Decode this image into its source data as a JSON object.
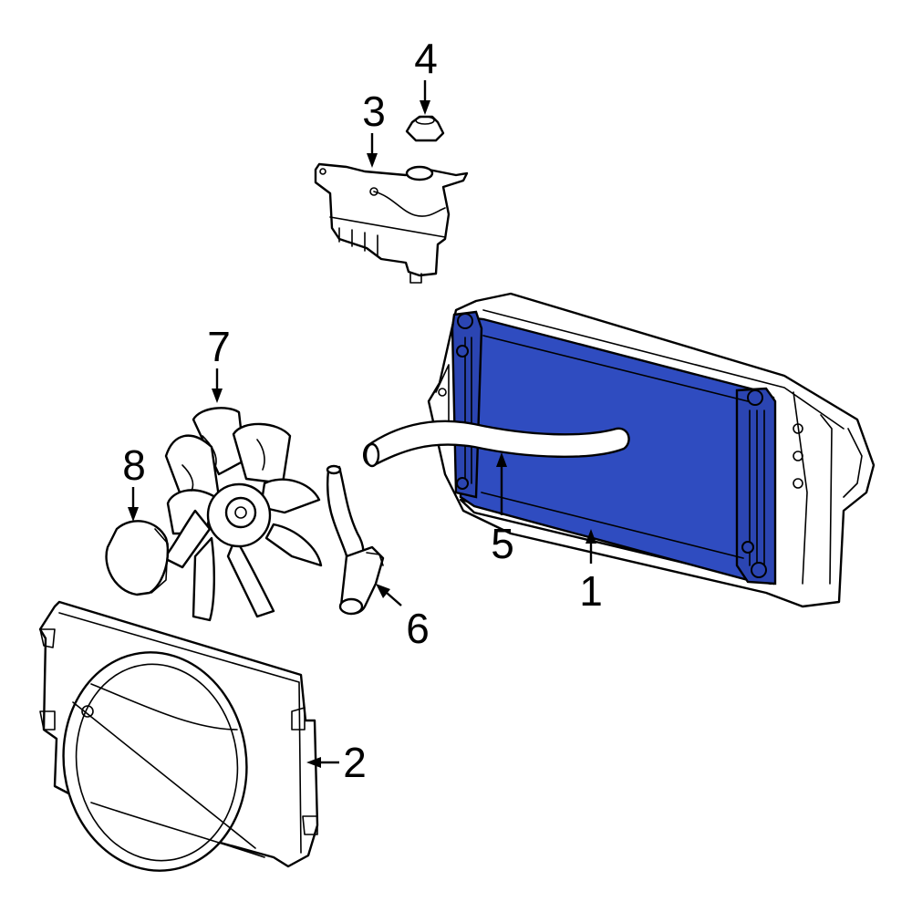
{
  "diagram": {
    "callouts": {
      "c1": "1",
      "c2": "2",
      "c3": "3",
      "c4": "4",
      "c5": "5",
      "c6": "6",
      "c7": "7",
      "c8": "8"
    },
    "colors": {
      "highlight": "#2f4cc0",
      "line": "#000000",
      "background": "#ffffff"
    }
  }
}
